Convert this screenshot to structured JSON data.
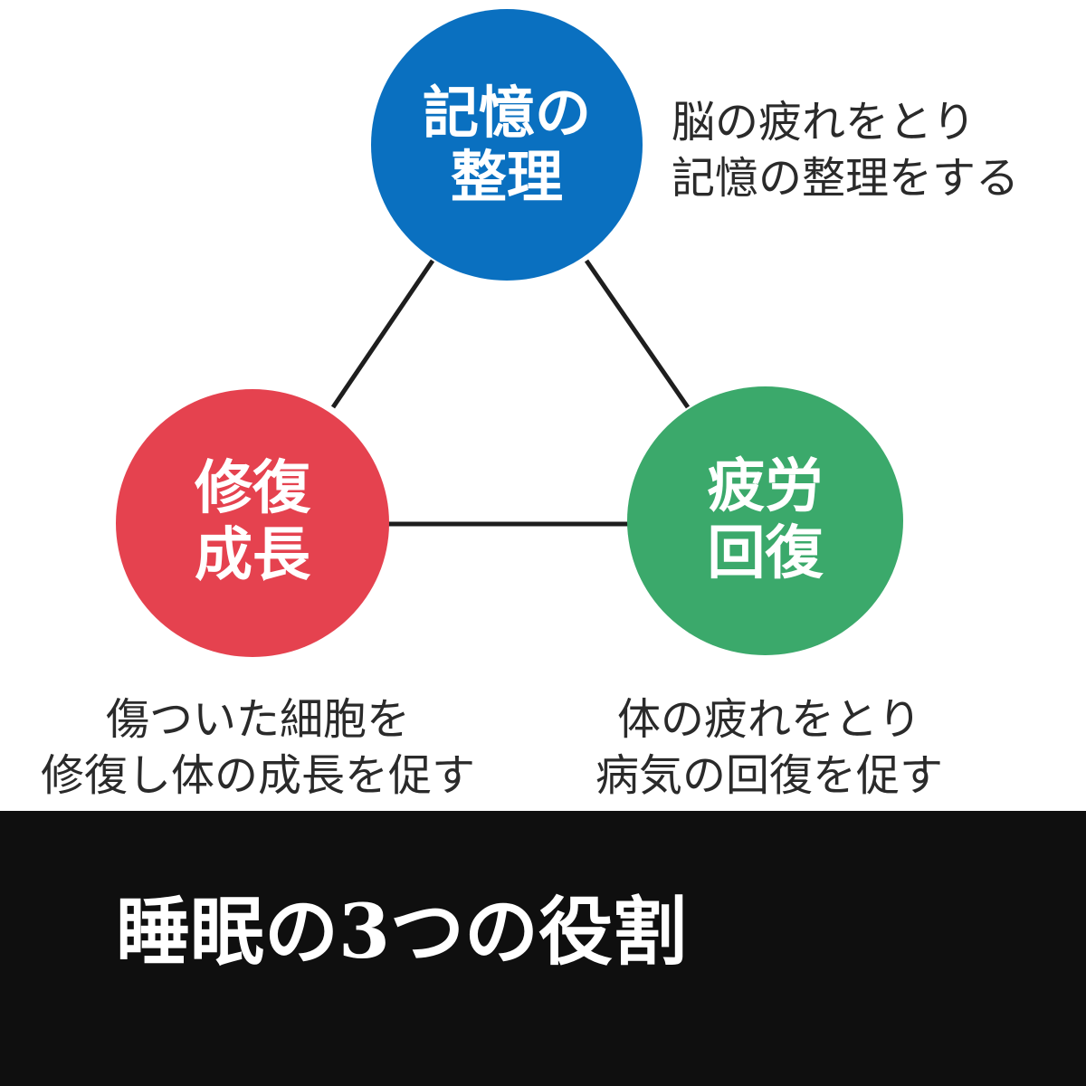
{
  "colors": {
    "memory": "#0a70c0",
    "repair": "#e5424f",
    "fatigue": "#3ba96b",
    "connector": "#1e1e1e",
    "title_bar": "#0f0f0f"
  },
  "nodes": {
    "memory": {
      "line1": "記憶の",
      "line2": "整理"
    },
    "repair": {
      "line1": "修復",
      "line2": "成長"
    },
    "fatigue": {
      "line1": "疲労",
      "line2": "回復"
    }
  },
  "captions": {
    "memory": {
      "line1": "脳の疲れをとり",
      "line2": "記憶の整理をする"
    },
    "repair": {
      "line1": "傷ついた細胞を",
      "line2": "修復し体の成長を促す"
    },
    "fatigue": {
      "line1": "体の疲れをとり",
      "line2": "病気の回復を促す"
    }
  },
  "title": "睡眠の3つの役割"
}
